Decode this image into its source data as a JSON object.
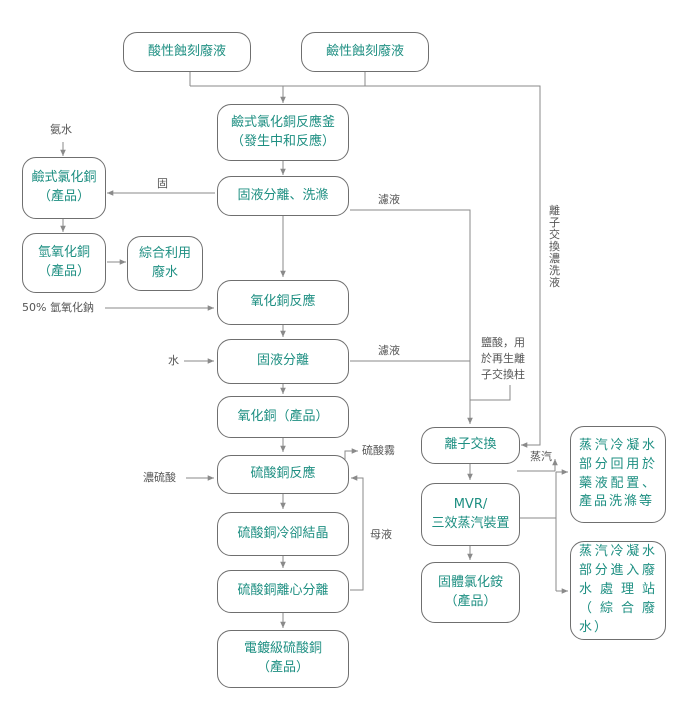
{
  "nodes": {
    "acid_waste": "酸性蝕刻廢液",
    "alkaline_waste": "鹼性蝕刻廢液",
    "reactor": "鹼式氯化銅反應釜\n（發生中和反應）",
    "separation_wash": "固液分離、洗滌",
    "basic_copper_chloride": "鹼式氯化銅\n（產品）",
    "copper_hydroxide": "氫氧化銅\n（產品）",
    "comprehensive_wastewater": "綜合利用\n廢水",
    "copper_oxide_reaction": "氧化銅反應",
    "separation": "固液分離",
    "copper_oxide_product": "氧化銅（產品）",
    "copper_sulfate_reaction": "硫酸銅反應",
    "crystallization": "硫酸銅冷卻結晶",
    "centrifuge": "硫酸銅離心分離",
    "plating_grade": "電鍍級硫酸銅\n（產品）",
    "ion_exchange": "離子交換",
    "mvr": "MVR/\n三效蒸汽裝置",
    "ammonium_chloride": "固體氯化銨\n（產品）",
    "condensate_reuse": "蒸汽冷凝水部分回用於藥液配置、產品洗滌等",
    "condensate_treatment": "蒸汽冷凝水部分進入廢水處理站（綜合廢水）"
  },
  "labels": {
    "ammonia_water": "氨水",
    "solid": "固",
    "filtrate_1": "濾液",
    "naoh": "50% 氫氧化鈉",
    "water": "水",
    "filtrate_2": "濾液",
    "hcl_regen": "鹽酸，用\n於再生離\n子交換柱",
    "sulfuric_mist": "硫酸霧",
    "conc_sulfuric": "濃硫酸",
    "mother_liquor": "母液",
    "steam": "蒸汽",
    "ion_exchange_wash": "離子交換濃洗液"
  }
}
